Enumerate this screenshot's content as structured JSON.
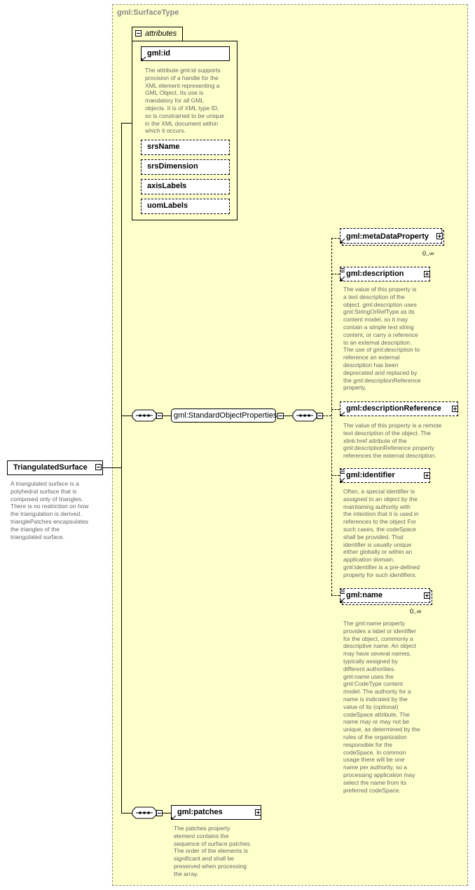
{
  "type_name": "gml:SurfaceType",
  "attributes": {
    "header": "attributes",
    "items": [
      {
        "name": "gml:id",
        "doc": [
          "The attribute gml:id supports",
          "provision of a handle for the",
          "XML element representing a",
          "GML Object. Its use is",
          "mandatory for all GML",
          "objects. It is of XML type ID,",
          "so is constrained to be unique",
          "in the XML document within",
          "which it occurs."
        ]
      },
      {
        "name": "srsName"
      },
      {
        "name": "srsDimension"
      },
      {
        "name": "axisLabels"
      },
      {
        "name": "uomLabels"
      }
    ]
  },
  "root": {
    "name": "TriangulatedSurface",
    "doc": [
      "A triangulated surface is a",
      "polyhedral surface that is",
      "composed only of triangles.",
      "There is no restriction on how",
      "the triangulation is derived.",
      "trianglePatches encapsulates",
      "the triangles of the",
      "triangulated surface."
    ]
  },
  "group": {
    "name": "gml:StandardObjectProperties"
  },
  "elements": {
    "metaDataProperty": {
      "name": "gml:metaDataProperty",
      "card": "0..∞"
    },
    "description": {
      "name": "gml:description",
      "doc": [
        "The value of this property is",
        "a text description of the",
        "object. gml:description uses",
        "gml:StringOrRefType as its",
        "content model, so it may",
        "contain a simple text string",
        "content, or carry a reference",
        "to an external description.",
        "The use of gml:description to",
        "reference an external",
        "description has been",
        "deprecated and replaced by",
        "the gml:descriptionReference",
        "property."
      ]
    },
    "descriptionReference": {
      "name": "gml:descriptionReference",
      "doc": [
        "The value of this property is a remote",
        "text description of the object. The",
        "xlink:href attribute of the",
        "gml:descriptionReference property",
        "references the external description."
      ]
    },
    "identifier": {
      "name": "gml:identifier",
      "doc": [
        "Often, a special identifier is",
        "assigned to an object by the",
        "maintaining authority with",
        "the intention that it is used in",
        "references to the object For",
        "such cases, the codeSpace",
        "shall be provided. That",
        "identifier is usually unique",
        "either globally or within an",
        "application domain.",
        "gml:identifier is a pre-defined",
        "property for such identifiers."
      ]
    },
    "name": {
      "name": "gml:name",
      "card": "0..∞",
      "doc": [
        "The gml:name property",
        "provides a label or identifier",
        "for the object, commonly a",
        "descriptive name. An object",
        "may have several names,",
        "typically assigned by",
        "different authorities.",
        "gml:name uses the",
        "gml:CodeType content",
        "model.  The authority for a",
        "name is indicated by the",
        "value of its (optional)",
        "codeSpace attribute.  The",
        "name may or may not be",
        "unique, as determined by the",
        "rules of the organization",
        "responsible for the",
        "codeSpace.  In common",
        "usage there will be one",
        "name per authority, so a",
        "processing application may",
        "select the name from its",
        "preferred codeSpace."
      ]
    },
    "patches": {
      "name": "gml:patches",
      "doc": [
        "The patches property",
        "element contains the",
        "sequence of surface patches.",
        "The order of the elements is",
        "significant and shall be",
        "preserved when processing",
        "the array."
      ]
    }
  }
}
